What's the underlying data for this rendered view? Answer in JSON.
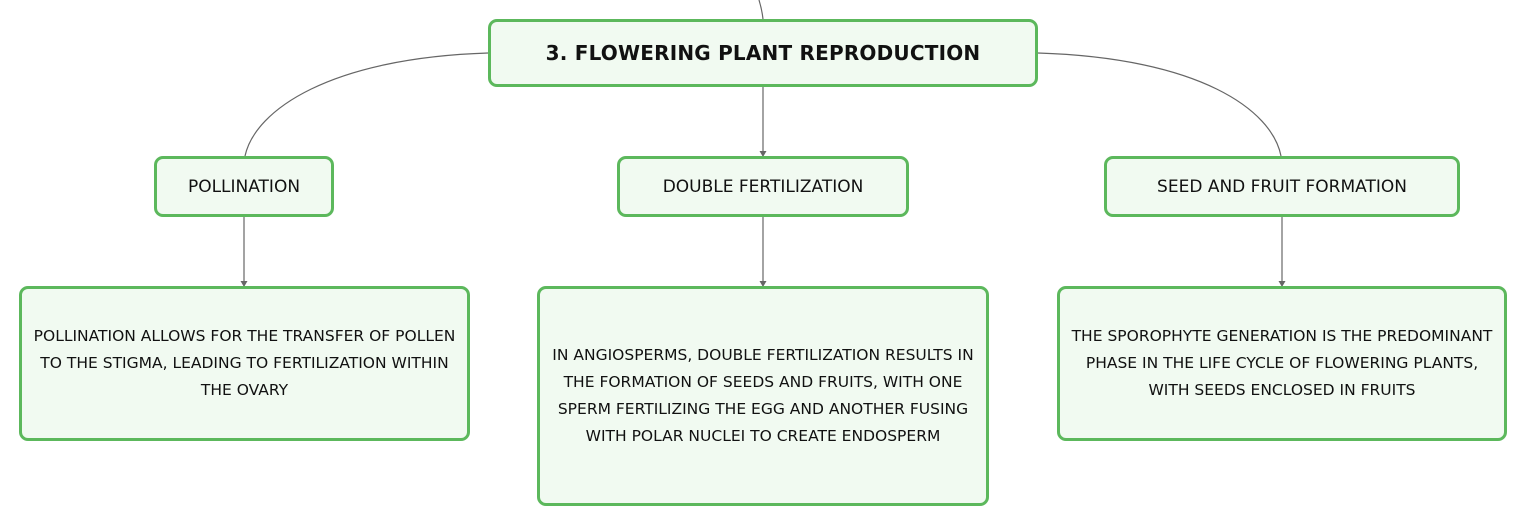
{
  "diagram": {
    "root": {
      "label": "3. FLOWERING PLANT REPRODUCTION"
    },
    "branches": [
      {
        "label": "POLLINATION",
        "detail": "POLLINATION ALLOWS FOR THE TRANSFER OF POLLEN TO THE STIGMA, LEADING TO FERTILIZATION WITHIN THE OVARY"
      },
      {
        "label": "DOUBLE FERTILIZATION",
        "detail": "IN ANGIOSPERMS, DOUBLE FERTILIZATION RESULTS IN THE FORMATION OF SEEDS AND FRUITS, WITH ONE SPERM FERTILIZING THE EGG AND ANOTHER FUSING WITH POLAR NUCLEI TO CREATE ENDOSPERM"
      },
      {
        "label": "SEED AND FRUIT FORMATION",
        "detail": "THE SPOROPHYTE GENERATION IS THE PREDOMINANT PHASE IN THE LIFE CYCLE OF FLOWERING PLANTS, WITH SEEDS ENCLOSED IN FRUITS"
      }
    ],
    "colors": {
      "node_border": "#5cb85c",
      "node_fill": "#f1faf1",
      "connector": "#666666",
      "text": "#111111"
    }
  }
}
